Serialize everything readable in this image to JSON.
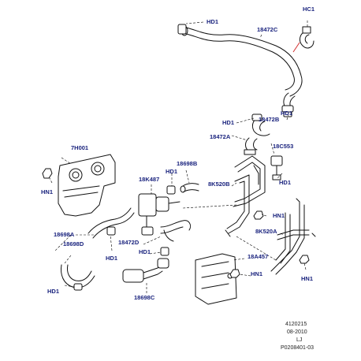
{
  "callouts": {
    "hd1_top": "HD1",
    "hc1": "HC1",
    "p18472c": "18472C",
    "hd1_right_a": "HD1",
    "hd1_mid": "HD1",
    "p18472b": "18472B",
    "p18472a": "18472A",
    "p18c553": "18C553",
    "hd1_right_b": "HD1",
    "p7h001": "7H001",
    "hn1_left": "HN1",
    "p18k487": "18K487",
    "hd1_center": "HD1",
    "p18698b": "18698B",
    "p8k520b": "8K520B",
    "hn1_center": "HN1",
    "p8k520a": "8K520A",
    "p18698a": "18698A",
    "p18698d": "18698D",
    "hd1_left_mid": "HD1",
    "p18472d": "18472D",
    "hd1_lower": "HD1",
    "p18a457": "18A457",
    "hn1_lower": "HN1",
    "hn1_right": "HN1",
    "hd1_bottom": "HD1",
    "p18698c": "18698C"
  },
  "footer": {
    "line1": "4120215",
    "line2": "08-2010",
    "line3": "LJ",
    "line4": "P0208401-03"
  },
  "colors": {
    "callout_text": "#1a237e",
    "part_line": "#111111",
    "leader_line": "#000000",
    "leader_highlight": "#d32f2f"
  }
}
